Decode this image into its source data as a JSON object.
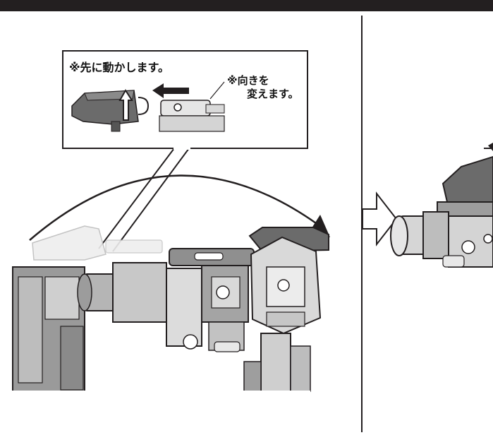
{
  "callout": {
    "note_first": "※先に動かします。",
    "note_direction_line1": "※向きを",
    "note_direction_line2": "変えます。"
  },
  "colors": {
    "ink": "#231f20",
    "dark_part": "#6b6b6b",
    "mid_part": "#a9a9a9",
    "light_part": "#d9d9d9",
    "ghost_part": "#eeeeee"
  }
}
